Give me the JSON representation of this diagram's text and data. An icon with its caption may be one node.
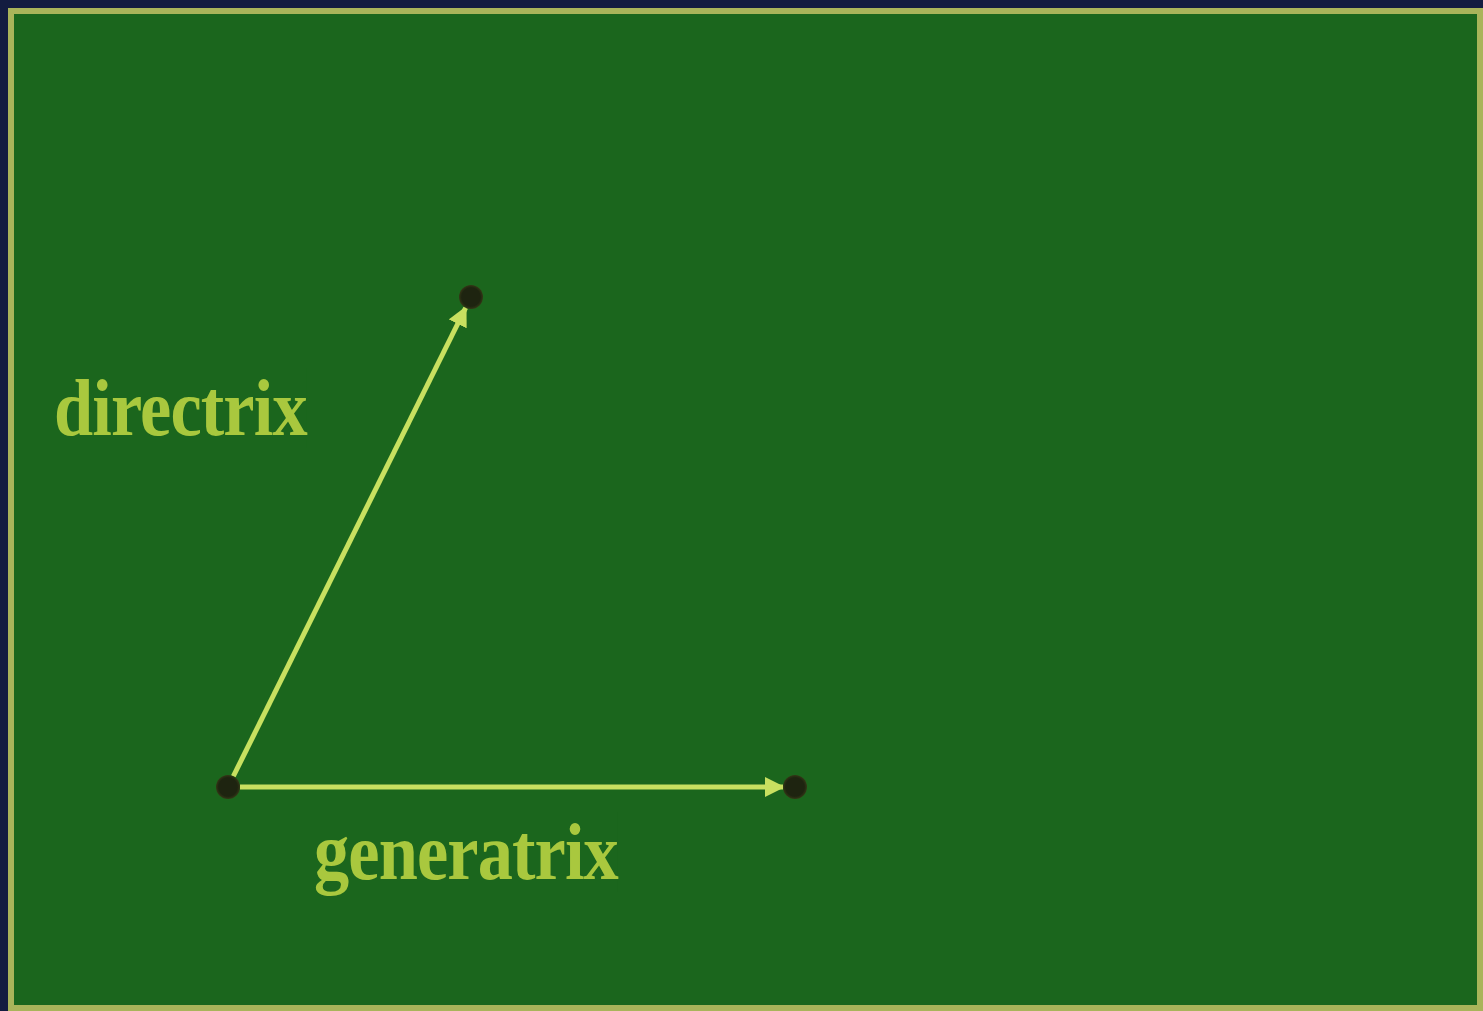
{
  "diagram": {
    "nodes": [
      {
        "text": [],
        "shape": "circle"
      },
      {
        "text": [],
        "shape": "circle"
      },
      {
        "text": [],
        "shape": "circle"
      }
    ],
    "edges": [
      {
        "from": 1,
        "to": 0,
        "arrow": "to",
        "label": "directrix"
      },
      {
        "from": 1,
        "to": 2,
        "arrow": "to",
        "label": "generatrix"
      }
    ]
  }
}
